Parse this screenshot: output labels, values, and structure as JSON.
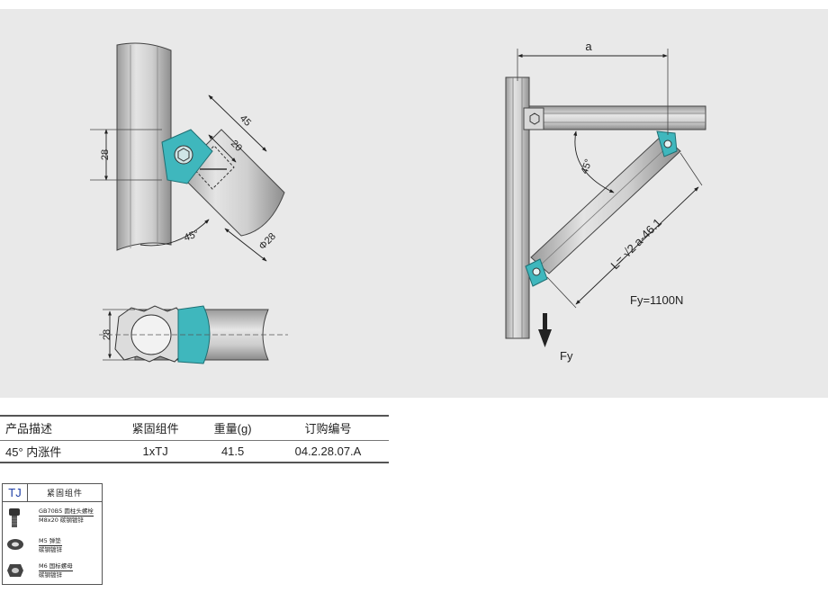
{
  "drawing": {
    "dims": {
      "d45": "45",
      "d20": "20",
      "d28_a": "28",
      "d28_b": "28",
      "dia": "Φ28",
      "angle_a": "45°",
      "angle_b": "45°",
      "a": "a",
      "length": "L= √2 a-46.1",
      "force": "Fy=1100N",
      "fy": "Fy"
    },
    "accent_color": "#3fb7bd"
  },
  "table": {
    "headers": [
      "产品描述",
      "紧固组件",
      "重量(g)",
      "订购编号"
    ],
    "row": [
      "45° 内涨件",
      "1xTJ",
      "41.5",
      "04.2.28.07.A"
    ]
  },
  "fasteners": {
    "code": "TJ",
    "title": "紧固组件",
    "items": [
      {
        "icon": "bolt-icon",
        "line1": "GB70B5 圆柱头螺栓",
        "line2": "M8x20 碳钢镀锌"
      },
      {
        "icon": "washer-icon",
        "line1": "M5 弹垫",
        "line2": "碳钢镀锌"
      },
      {
        "icon": "nut-icon",
        "line1": "M6 国标螺母",
        "line2": "碳钢镀锌"
      }
    ]
  }
}
